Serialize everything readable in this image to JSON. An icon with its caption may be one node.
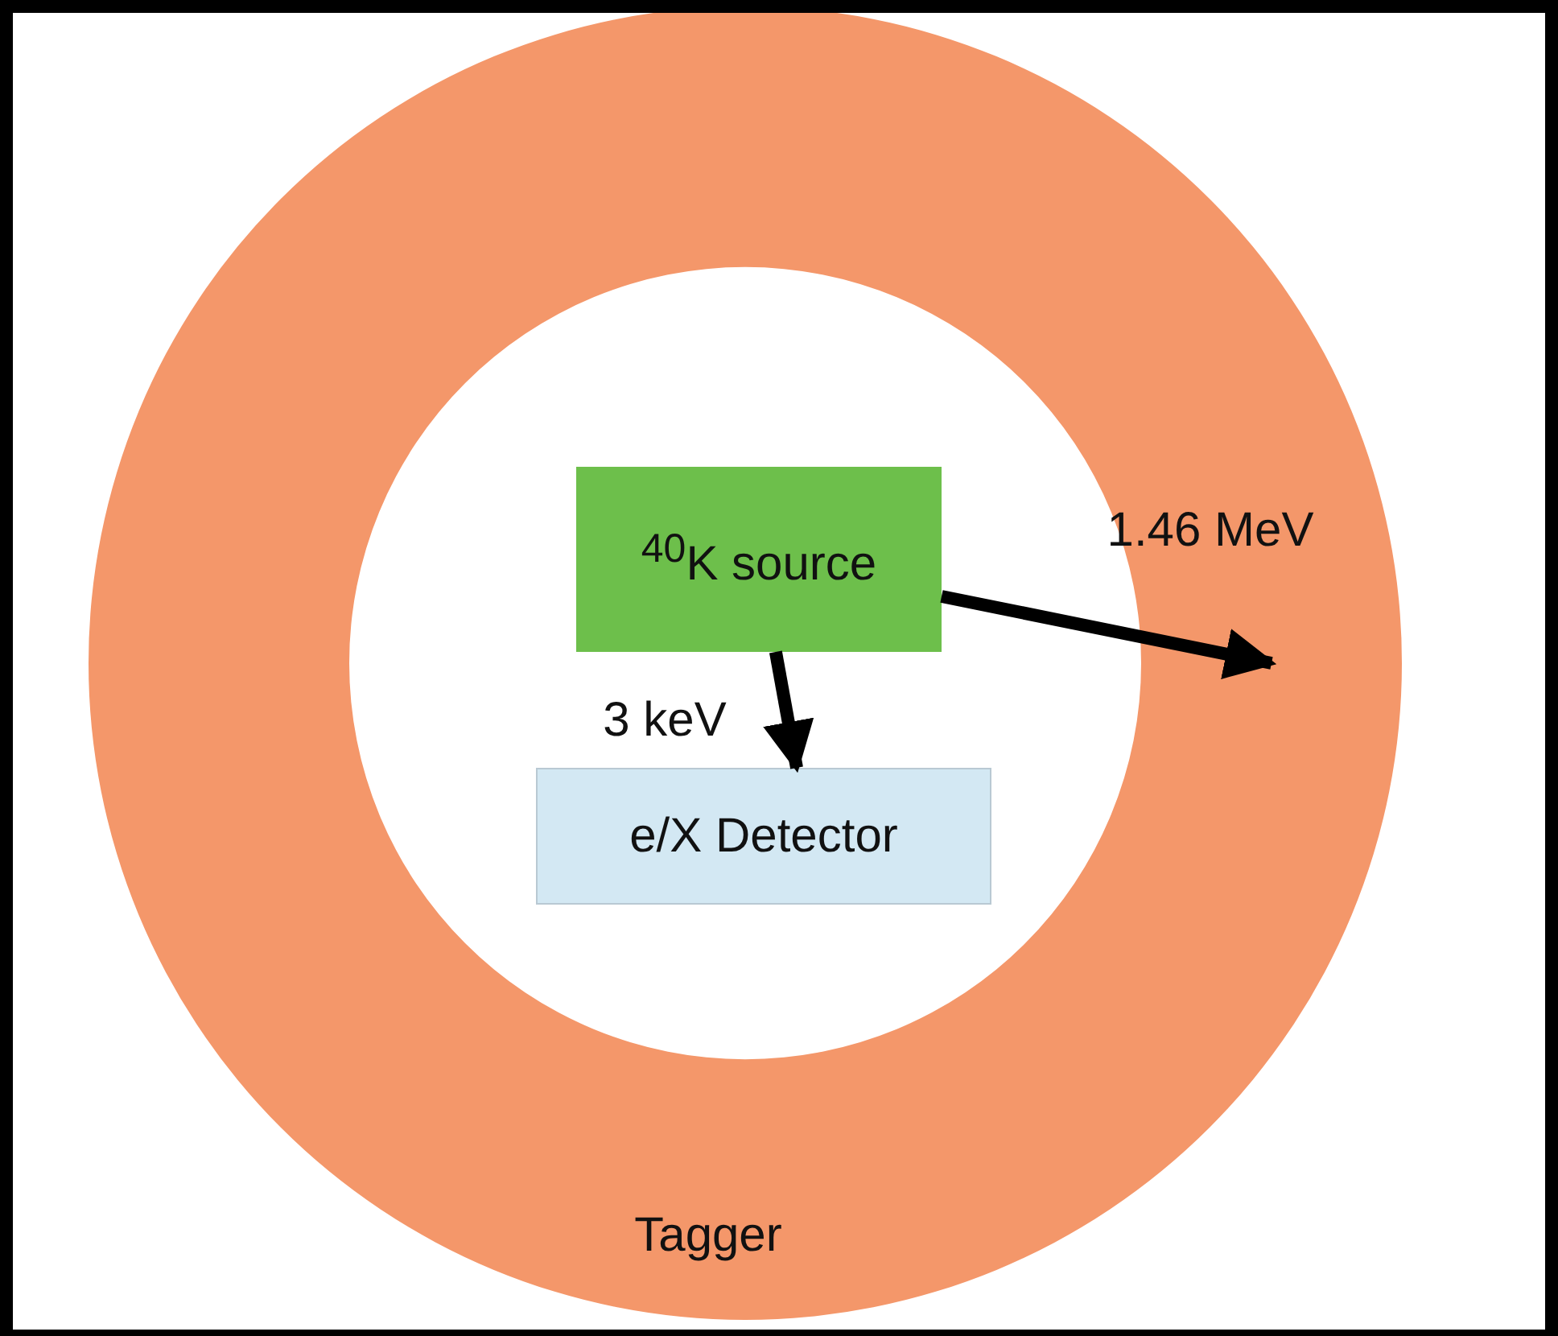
{
  "diagram": {
    "nodes": [
      {
        "text": [
          "Tagger"
        ]
      },
      {
        "text": [
          "$^{40}$K source"
        ],
        "in": 0
      },
      {
        "text": [
          "e/X Detector"
        ],
        "in": 0
      }
    ],
    "edges": [
      {
        "from": 1,
        "to": 2,
        "arrow": "to",
        "label": "3 keV"
      },
      {
        "from": 1,
        "to": 0,
        "arrow": "to",
        "label": "1.46 MeV"
      }
    ]
  }
}
